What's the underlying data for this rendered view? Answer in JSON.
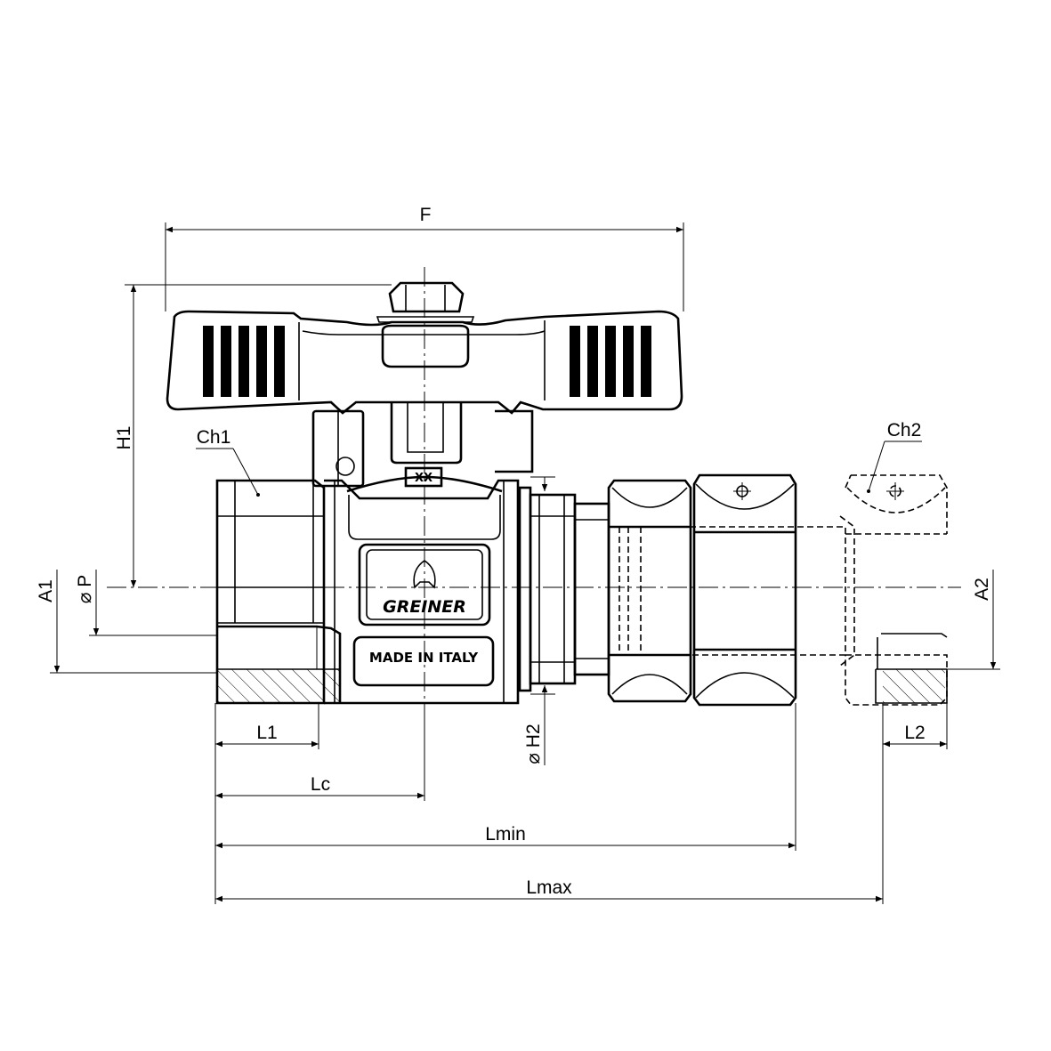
{
  "dimensions": {
    "F": "F",
    "H1": "H1",
    "Ch1": "Ch1",
    "Ch2": "Ch2",
    "A1": "A1",
    "P": "P",
    "A2": "A2",
    "H2": "H2",
    "L1": "L1",
    "L2": "L2",
    "Lc": "Lc",
    "Lmin": "Lmin",
    "Lmax": "Lmax",
    "diameter_symbol": "⌀"
  },
  "body": {
    "brand": "GREINER",
    "made_in": "MADE IN ITALY",
    "size_mark": "XX"
  }
}
